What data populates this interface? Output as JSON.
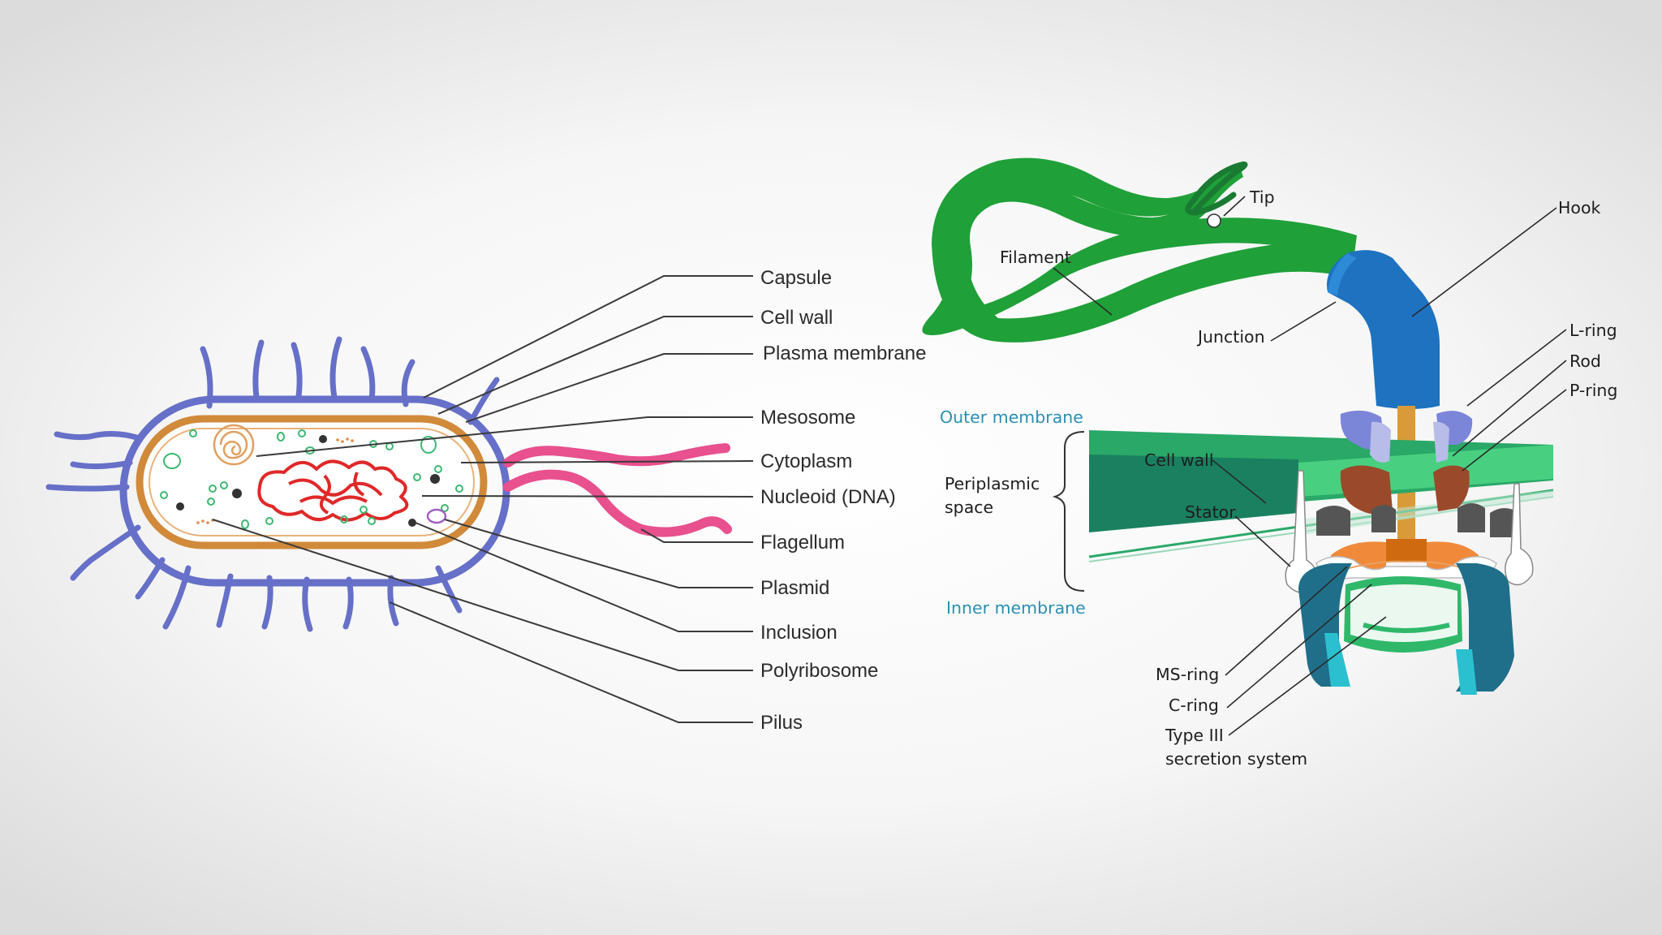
{
  "cell_diagram": {
    "labels": {
      "capsule": "Capsule",
      "cell_wall": "Cell wall",
      "plasma_membrane": "Plasma membrane",
      "mesosome": "Mesosome",
      "cytoplasm": "Cytoplasm",
      "nucleoid": "Nucleoid (DNA)",
      "flagellum": "Flagellum",
      "plasmid": "Plasmid",
      "inclusion": "Inclusion",
      "polyribosome": "Polyribosome",
      "pilus": "Pilus"
    }
  },
  "flagellum_diagram": {
    "labels": {
      "tip": "Tip",
      "hook": "Hook",
      "filament": "Filament",
      "junction": "Junction",
      "l_ring": "L-ring",
      "rod": "Rod",
      "p_ring": "P-ring",
      "outer_membrane": "Outer membrane",
      "periplasmic_space_line1": "Periplasmic",
      "periplasmic_space_line2": "space",
      "cell_wall": "Cell wall",
      "stator": "Stator",
      "inner_membrane": "Inner membrane",
      "ms_ring": "MS-ring",
      "c_ring": "C-ring",
      "type3_line1": "Type III",
      "type3_line2": "secretion system"
    }
  },
  "colors": {
    "capsule": "#6670c8",
    "cell_wall": "#d08a3a",
    "flagellum_pink": "#e8508e",
    "nucleoid": "#e02828",
    "filament": "#1fa038",
    "hook": "#1e72c0",
    "membrane_green": "#3cc878",
    "teal": "#2a8fb3"
  }
}
